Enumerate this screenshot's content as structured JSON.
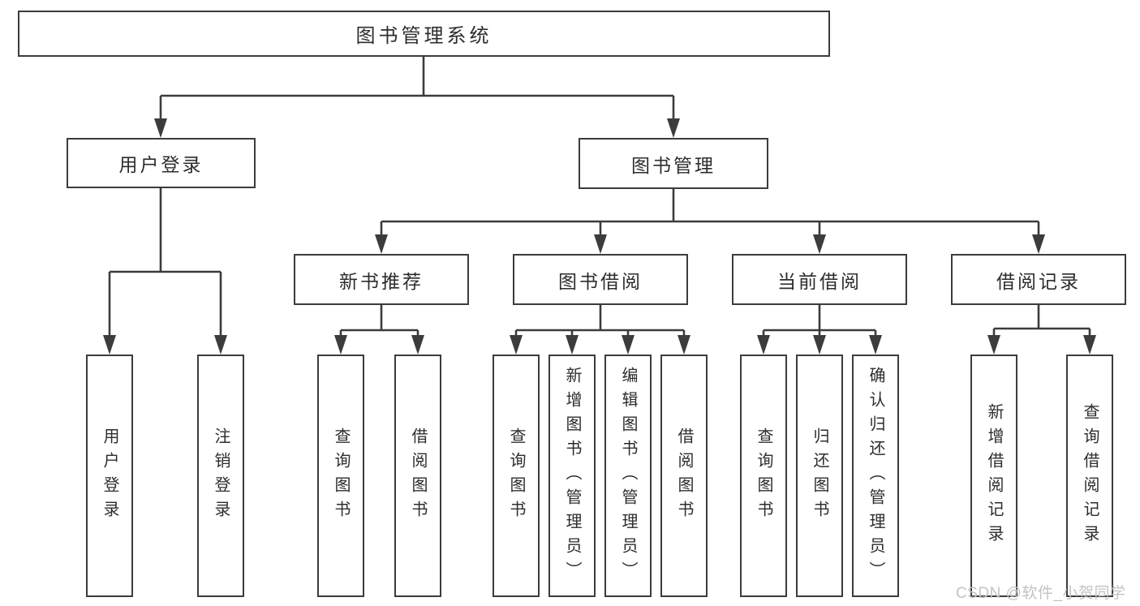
{
  "tree": {
    "root": "图书管理系统",
    "children": [
      {
        "label": "用户登录",
        "children": [
          {
            "label": "用户登录"
          },
          {
            "label": "注销登录"
          }
        ]
      },
      {
        "label": "图书管理",
        "children": [
          {
            "label": "新书推荐",
            "children": [
              {
                "label": "查询图书"
              },
              {
                "label": "借阅图书"
              }
            ]
          },
          {
            "label": "图书借阅",
            "children": [
              {
                "label": "查询图书"
              },
              {
                "label": "新增图书（管理员）"
              },
              {
                "label": "编辑图书（管理员）"
              },
              {
                "label": "借阅图书"
              }
            ]
          },
          {
            "label": "当前借阅",
            "children": [
              {
                "label": "查询图书"
              },
              {
                "label": "归还图书"
              },
              {
                "label": "确认归还（管理员）"
              }
            ]
          },
          {
            "label": "借阅记录",
            "children": [
              {
                "label": "新增借阅记录"
              },
              {
                "label": "查询借阅记录"
              }
            ]
          }
        ]
      }
    ]
  },
  "watermark": {
    "text": "CSDN @软件_小贺同学"
  },
  "colors": {
    "line": "#3c3c3c",
    "box_border": "#3c3c3c",
    "text": "#2d2d2d",
    "watermark": "#c3c3c3",
    "background": "#ffffff"
  }
}
